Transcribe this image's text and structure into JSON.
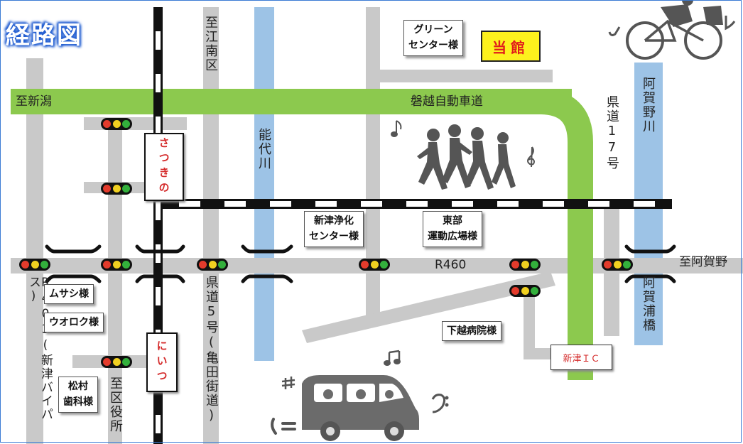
{
  "title": "経路図",
  "hotel": {
    "label": "当館",
    "bg_color": "#fdf11d",
    "text_color": "#e11b1b"
  },
  "colors": {
    "expressway": "#8cc94e",
    "river": "#9dc3e6",
    "road": "#c9c9c9",
    "frame": "#3b7bd4"
  },
  "roads": {
    "expressway_label": "磐越自動車道",
    "to_niigata": "至新潟",
    "to_konan": "至江南区",
    "r460": "R460",
    "to_aganoa": "至阿賀野",
    "r403": "R403(新津バイパス)",
    "to_ward_office": "至区役所",
    "pref_road_5": "県道5号(亀田街道)",
    "pref_road_17": "県道17号"
  },
  "rivers": {
    "noshiro": "能代川",
    "agano": "阿賀野川"
  },
  "bridge": "阿賀浦橋",
  "stations": {
    "satsukino": "さつきの",
    "niitsu": "にいつ"
  },
  "interchange": "新津ＩＣ",
  "landmarks": {
    "green_center": [
      "グリーン",
      "センター様"
    ],
    "niitsu_jouka": [
      "新津浄化",
      "センター様"
    ],
    "tobu": [
      "東部",
      "運動広場様"
    ],
    "shimokoshi": "下越病院様",
    "musashi": "ムサシ様",
    "uoroku": "ウオロク様",
    "matsumura": [
      "松村",
      "歯科様"
    ]
  },
  "icons": [
    "traffic-light-icon",
    "bridge-icon",
    "runners-icon",
    "car-icon",
    "cyclist-icon",
    "music-note-icon"
  ]
}
